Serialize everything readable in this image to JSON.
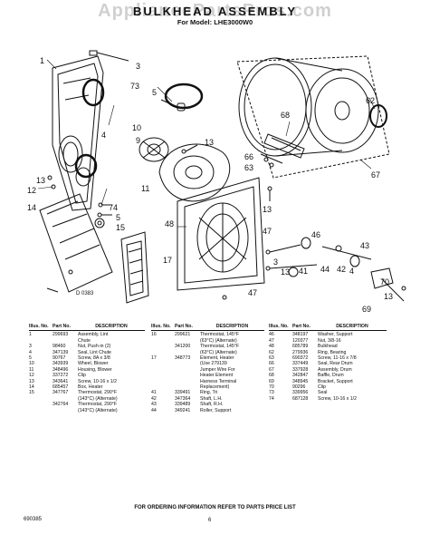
{
  "header": {
    "watermark": "AppliancePartsPros.com",
    "title": "BULKHEAD ASSEMBLY",
    "model_line": "For Model: LHE3000W0"
  },
  "diagram": {
    "code": "D 0383",
    "callouts": [
      "3",
      "73",
      "5",
      "4",
      "1",
      "13",
      "12",
      "74",
      "5",
      "15",
      "14",
      "10",
      "9",
      "13",
      "11",
      "48",
      "13",
      "17",
      "47",
      "46",
      "41",
      "3",
      "47",
      "13",
      "43",
      "42",
      "44",
      "4",
      "70",
      "13",
      "69",
      "62",
      "68",
      "66",
      "63",
      "67"
    ]
  },
  "table": {
    "headers": {
      "illus_no": "Illus. No.",
      "part_no": "Part No.",
      "description": "DESCRIPTION"
    },
    "col1": [
      {
        "illus": "1",
        "part": "299693",
        "desc": "Assembly, Lint"
      },
      {
        "illus": "",
        "part": "",
        "desc": "Chute"
      },
      {
        "illus": "3",
        "part": "98460",
        "desc": "Nut, Push-in (2)"
      },
      {
        "illus": "4",
        "part": "347139",
        "desc": "Seal, Lint Chute"
      },
      {
        "illus": "5",
        "part": "90767",
        "desc": "Screw, 8A x 3/8"
      },
      {
        "illus": "10",
        "part": "343939",
        "desc": "Wheel, Blower"
      },
      {
        "illus": "11",
        "part": "348496",
        "desc": "Housing, Blower"
      },
      {
        "illus": "12",
        "part": "337272",
        "desc": "Clip"
      },
      {
        "illus": "13",
        "part": "343641",
        "desc": "Screw, 10-16 x 1/2"
      },
      {
        "illus": "14",
        "part": "685457",
        "desc": "Box, Heater"
      },
      {
        "illus": "15",
        "part": "347767",
        "desc": "Thermostat, 290°F"
      },
      {
        "illus": "",
        "part": "",
        "desc": "(143°C) (Alternate)"
      },
      {
        "illus": "",
        "part": "342764",
        "desc": "Thermostat, 290°F"
      },
      {
        "illus": "",
        "part": "",
        "desc": "(143°C) (Alternate)"
      }
    ],
    "col2": [
      {
        "illus": "16",
        "part": "299621",
        "desc": "Thermostat, 145°F"
      },
      {
        "illus": "",
        "part": "",
        "desc": "(63°C) (Alternate)"
      },
      {
        "illus": "",
        "part": "341200",
        "desc": "Thermostat, 145°F"
      },
      {
        "illus": "",
        "part": "",
        "desc": "(63°C) (Alternate)"
      },
      {
        "illus": "17",
        "part": "348773",
        "desc": "Element, Heater"
      },
      {
        "illus": "",
        "part": "",
        "desc": "(Use 279139"
      },
      {
        "illus": "",
        "part": "",
        "desc": "Jumper Wire For"
      },
      {
        "illus": "",
        "part": "",
        "desc": "Heater Element"
      },
      {
        "illus": "",
        "part": "",
        "desc": "Harness Terminal"
      },
      {
        "illus": "",
        "part": "",
        "desc": "Replacement)"
      },
      {
        "illus": "41",
        "part": "339491",
        "desc": "Ring, Tri"
      },
      {
        "illus": "42",
        "part": "347364",
        "desc": "Shaft, L.H."
      },
      {
        "illus": "43",
        "part": "339489",
        "desc": "Shaft, R.H."
      },
      {
        "illus": "44",
        "part": "349241",
        "desc": "Roller, Support"
      }
    ],
    "col3": [
      {
        "illus": "46",
        "part": "348197",
        "desc": "Washer, Support"
      },
      {
        "illus": "47",
        "part": "120377",
        "desc": "Nut, 3/8-16"
      },
      {
        "illus": "48",
        "part": "685789",
        "desc": "Bulkhead"
      },
      {
        "illus": "62",
        "part": "279936",
        "desc": "Ring, Bearing"
      },
      {
        "illus": "63",
        "part": "690372",
        "desc": "Screw, 11-16 x 7/8"
      },
      {
        "illus": "66",
        "part": "337449",
        "desc": "Seal, Rear Drum"
      },
      {
        "illus": "67",
        "part": "337928",
        "desc": "Assembly, Drum"
      },
      {
        "illus": "68",
        "part": "342847",
        "desc": "Baffle, Drum"
      },
      {
        "illus": "69",
        "part": "348945",
        "desc": "Bracket, Support"
      },
      {
        "illus": "70",
        "part": "90296",
        "desc": "Clip"
      },
      {
        "illus": "73",
        "part": "339956",
        "desc": "Seal"
      },
      {
        "illus": "74",
        "part": "687128",
        "desc": "Screw, 10-16 x 1/2"
      }
    ]
  },
  "footer": {
    "note": "FOR ORDERING INFORMATION REFER TO PARTS PRICE LIST",
    "page_code": "690385",
    "page_number": "6"
  }
}
